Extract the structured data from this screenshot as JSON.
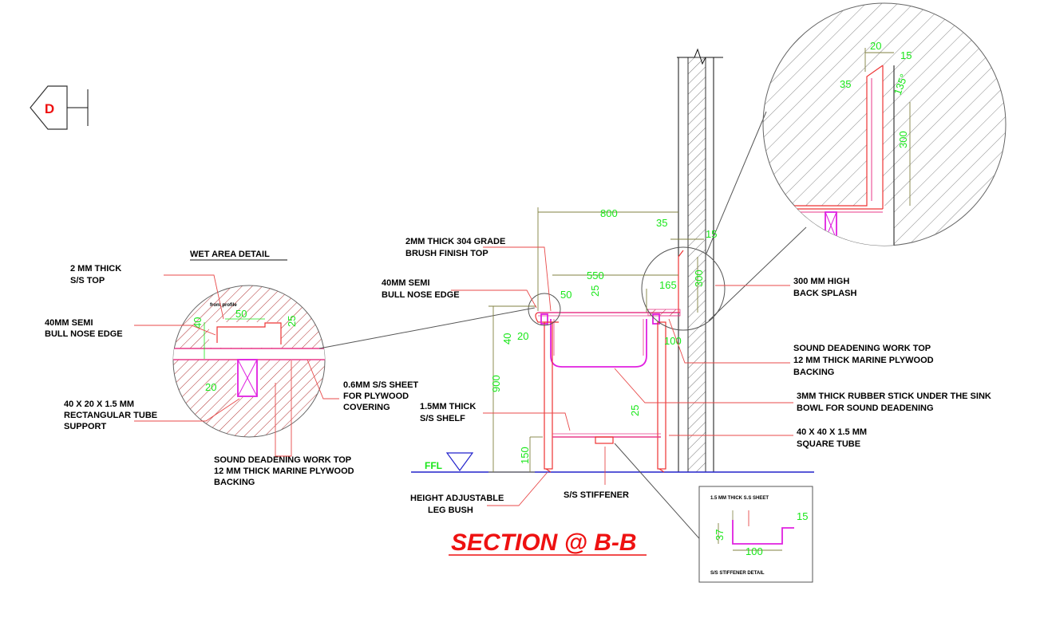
{
  "title": "SECTION @ B-B",
  "marker": {
    "letter": "D"
  },
  "wet_area": {
    "heading": "WET AREA DETAIL",
    "profile_label": "front profile",
    "notes": {
      "top": [
        "2 MM THICK",
        "S/S TOP"
      ],
      "edge": [
        "40MM SEMI",
        "BULL NOSE EDGE"
      ],
      "tube": [
        "40 X 20 X 1.5 MM",
        "RECTANGULAR TUBE",
        "SUPPORT"
      ],
      "sheet": [
        "0.6MM S/S SHEET",
        "FOR PLYWOOD",
        "COVERING"
      ],
      "backing": [
        "SOUND DEADENING WORK TOP",
        "12 MM THICK MARINE PLYWOOD",
        "BACKING"
      ]
    },
    "dims": {
      "d50": "50",
      "d40": "40",
      "d25": "25",
      "d20": "20"
    }
  },
  "section": {
    "notes": {
      "top": [
        "2MM THICK 304 GRADE",
        "BRUSH FINISH TOP"
      ],
      "edge": [
        "40MM SEMI",
        "BULL NOSE EDGE"
      ],
      "splash": [
        "300 MM HIGH",
        "BACK SPLASH"
      ],
      "worktop": [
        "SOUND DEADENING WORK TOP",
        "12 MM THICK MARINE PLYWOOD",
        "BACKING"
      ],
      "rubber": [
        "3MM THICK RUBBER STICK UNDER THE SINK",
        "BOWL FOR SOUND DEADENING"
      ],
      "shelf": [
        "1.5MM THICK",
        "S/S SHELF"
      ],
      "tube": [
        "40 X 40 X 1.5 MM",
        "SQUARE TUBE"
      ],
      "leg": [
        "HEIGHT ADJUSTABLE",
        "LEG BUSH"
      ],
      "stiffener": "S/S STIFFENER"
    },
    "dims": {
      "d800": "800",
      "d35": "35",
      "d15": "15",
      "d550": "550",
      "d165": "165",
      "d300": "300",
      "d50": "50",
      "d25": "25",
      "d40": "40",
      "d20": "20",
      "d100": "100",
      "d900": "900",
      "d25b": "25",
      "d150": "150"
    },
    "ffl": "FFL"
  },
  "zoom": {
    "dims": {
      "d20": "20",
      "d15": "15",
      "d35": "35",
      "d135": "135°",
      "d300": "300"
    }
  },
  "stiffener_detail": {
    "title": "1.5 MM THICK S.S SHEET",
    "caption": "S/S STIFFENER DETAIL",
    "dims": {
      "d15": "15",
      "d37": "37",
      "d100": "100"
    }
  }
}
